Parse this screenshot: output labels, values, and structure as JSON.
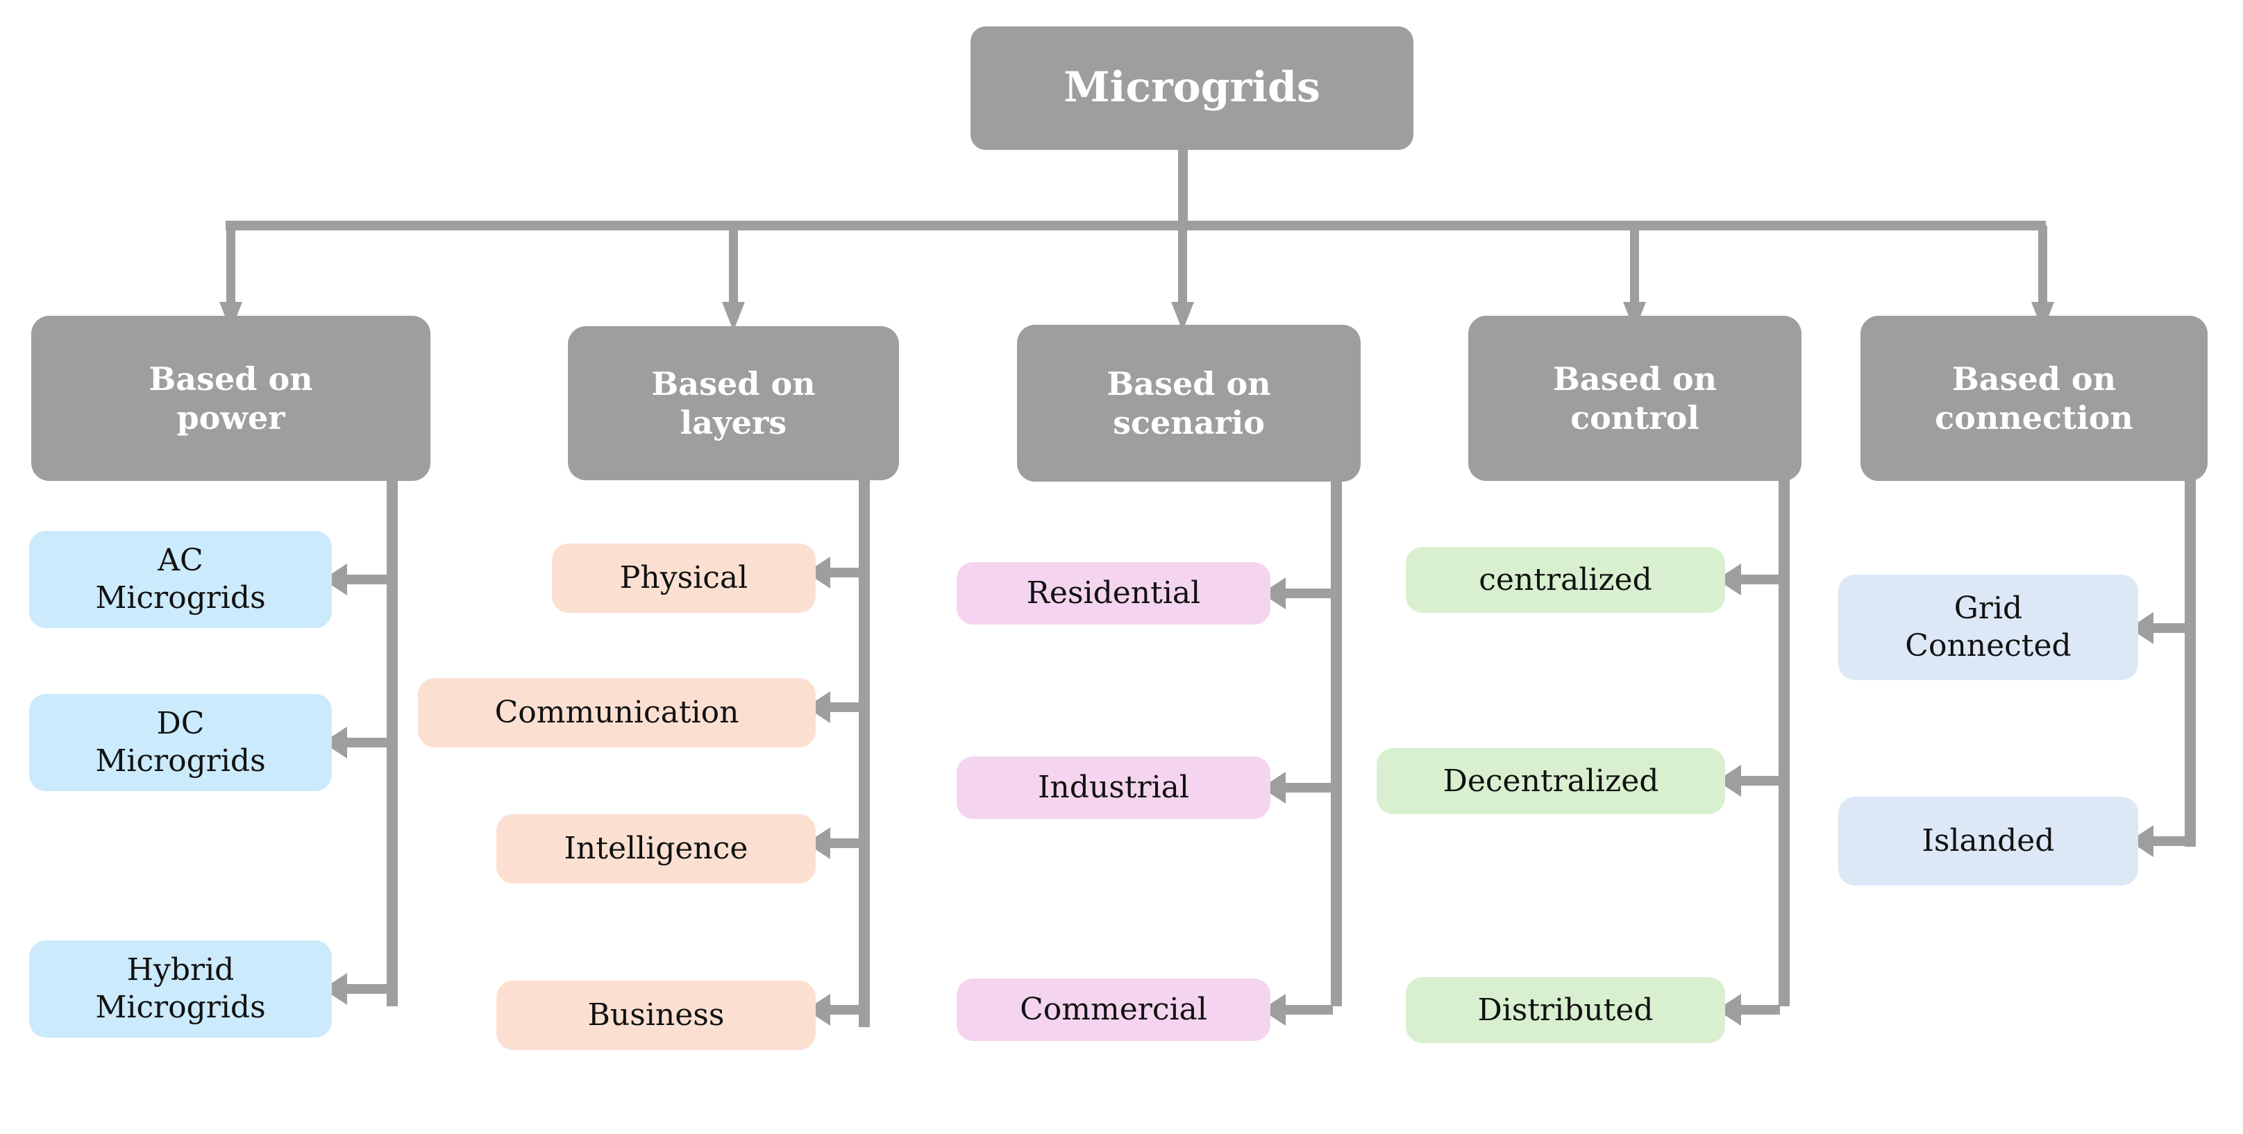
{
  "diagram": {
    "title": "Microgrids",
    "root": {
      "label": "Microgrids",
      "color": "#9e9e9e",
      "text_color": "#ffffff"
    },
    "connector_color": "#9e9e9e",
    "categories": [
      {
        "id": "power",
        "label": "Based on\npower",
        "leaf_color": "#cbeafb",
        "leaves": [
          {
            "label": "AC\nMicrogrids"
          },
          {
            "label": "DC\nMicrogrids"
          },
          {
            "label": "Hybrid\nMicrogrids"
          }
        ]
      },
      {
        "id": "layers",
        "label": "Based on\nlayers",
        "leaf_color": "#fbe0d2",
        "leaves": [
          {
            "label": "Physical"
          },
          {
            "label": "Communication"
          },
          {
            "label": "Intelligence"
          },
          {
            "label": "Business"
          }
        ]
      },
      {
        "id": "scenario",
        "label": "Based on\nscenario",
        "leaf_color": "#f4d4ee",
        "leaves": [
          {
            "label": "Residential"
          },
          {
            "label": "Industrial"
          },
          {
            "label": "Commercial"
          }
        ]
      },
      {
        "id": "control",
        "label": "Based on\ncontrol",
        "leaf_color": "#d8f0cf",
        "leaves": [
          {
            "label": "centralized"
          },
          {
            "label": "Decentralized"
          },
          {
            "label": "Distributed"
          }
        ]
      },
      {
        "id": "connection",
        "label": "Based on\nconnection",
        "leaf_color": "#dce8f6",
        "leaves": [
          {
            "label": "Grid\nConnected"
          },
          {
            "label": "Islanded"
          }
        ]
      }
    ]
  }
}
